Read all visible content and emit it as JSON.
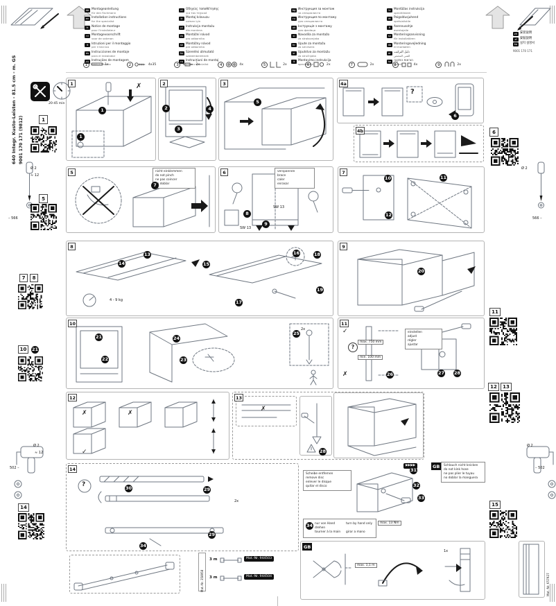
{
  "doc": {
    "side_title": "640 Integr. Kusto-Leisten - 81.5 cm - m. GS",
    "side_number": "9001 170 171 (9812)",
    "time_full": "20-45 min"
  },
  "legend": {
    "columns": [
      [
        {
          "code": "de",
          "l1": "Montageanleitung",
          "l2": "für den Fachmann"
        },
        {
          "code": "en",
          "l1": "Installation instructions",
          "l2": "for the specialist"
        },
        {
          "code": "fr",
          "l1": "Notice de montage",
          "l2": "pour l'installateur"
        },
        {
          "code": "nl",
          "l1": "Montagevoorschrift",
          "l2": "voor de vakman"
        },
        {
          "code": "it",
          "l1": "Istruzioni per il montaggio",
          "l2": "per il tecnico"
        },
        {
          "code": "es",
          "l1": "Instrucciones de montaje",
          "l2": "para el instalador"
        },
        {
          "code": "pt",
          "l1": "Instruções de montagem",
          "l2": "para o técnico"
        }
      ],
      [
        {
          "code": "el",
          "l1": "Οδηγίες τοποθέτησης",
          "l2": "για τον τεχνικό"
        },
        {
          "code": "tr",
          "l1": "Montaj kılavuzu",
          "l2": "uzman için"
        },
        {
          "code": "pl",
          "l1": "Instrukcja montażu",
          "l2": "dla montera"
        },
        {
          "code": "cs",
          "l1": "Montážní návod",
          "l2": "pro odborníka"
        },
        {
          "code": "sk",
          "l1": "Montážny návod",
          "l2": "pre odborníka"
        },
        {
          "code": "hu",
          "l1": "Szerelési útmutató",
          "l2": "szakembereknek"
        },
        {
          "code": "ro",
          "l1": "Instrucţiuni de montaj",
          "l2": "pentru specialist"
        }
      ],
      [
        {
          "code": "bg",
          "l1": "Инструкция за монтаж",
          "l2": "за специалиста"
        },
        {
          "code": "ru",
          "l1": "Инструкция по монтажу",
          "l2": "для специалиста"
        },
        {
          "code": "uk",
          "l1": "Інструкція з монтажу",
          "l2": "для фахівця"
        },
        {
          "code": "sl",
          "l1": "Navodila za montažo",
          "l2": "za strokovnjaka"
        },
        {
          "code": "hr",
          "l1": "Upute za montažu",
          "l2": "za servisera"
        },
        {
          "code": "sr",
          "l1": "Uputstvo za montažu",
          "l2": "za stručnjaka"
        },
        {
          "code": "lt",
          "l1": "Montavimo instrukcija",
          "l2": "specialistui"
        }
      ],
      [
        {
          "code": "lv",
          "l1": "Montāžas instrukcija",
          "l2": "speciālistam"
        },
        {
          "code": "et",
          "l1": "Paigaldusjuhend",
          "l2": "spetsialistile"
        },
        {
          "code": "fi",
          "l1": "Asennusohje",
          "l2": "asentajalle"
        },
        {
          "code": "sv",
          "l1": "Monteringsanvisning",
          "l2": "för installatören"
        },
        {
          "code": "da",
          "l1": "Monteringsvejledning",
          "l2": "til montøren"
        },
        {
          "code": "ar",
          "l1": "دليل التركيب",
          "l2": "للفني المختص"
        },
        {
          "code": "he",
          "l1": "הוראות התקנה",
          "l2": "למתקין"
        }
      ]
    ],
    "extra": {
      "rows": [
        {
          "code": "zh",
          "l1": "安装说明"
        },
        {
          "code": "zf",
          "l1": "安裝說明"
        },
        {
          "code": "ko",
          "l1": "설치 설명서"
        }
      ],
      "number": "9001 170 171"
    }
  },
  "parts": {
    "items": [
      {
        "num": "1",
        "icon": "strip",
        "count": "1x"
      },
      {
        "num": "2",
        "icon": "screw",
        "count": "4x35"
      },
      {
        "num": "3",
        "icon": "plug",
        "count": "2x"
      },
      {
        "num": "4",
        "icon": "washer",
        "count": "4x"
      },
      {
        "num": "5",
        "icon": "bracket",
        "count": "2x"
      },
      {
        "num": "6",
        "icon": "hinge",
        "count": "2x"
      },
      {
        "num": "7",
        "icon": "cover",
        "count": "2x"
      },
      {
        "num": "8",
        "icon": "pad",
        "count": "4x"
      },
      {
        "num": "9",
        "icon": "clip",
        "count": "2x"
      }
    ]
  },
  "panels": {
    "p1": "1",
    "p2": "2",
    "p3": "3",
    "p4a": "4a",
    "p4b": "4b",
    "p5": "5",
    "p6": "6",
    "p7": "7",
    "p8": "8",
    "p9": "9",
    "p10": "10",
    "p11": "11",
    "p12": "12",
    "p13": "13",
    "p14": "14",
    "gb": "GB"
  },
  "refs": {
    "r1": "1",
    "r5": "5",
    "r6": "6",
    "r7": "7",
    "r8": "8",
    "r10": "10",
    "r11": "11",
    "r12": "12",
    "r13": "13",
    "r14": "14",
    "r15": "15"
  },
  "steps": {
    "s1": "1",
    "s2": "2",
    "s3": "3",
    "s4": "4",
    "s5": "5",
    "s6": "6",
    "s7": "7",
    "s8": "8",
    "s9": "9",
    "s10": "10",
    "s11": "11",
    "s12": "12",
    "s13": "13",
    "s14": "14",
    "s15": "15",
    "s16": "16",
    "s17": "17",
    "s18": "18",
    "s19": "19",
    "s20": "20",
    "s21": "21",
    "s22": "22",
    "s23": "23",
    "s24": "24",
    "s25": "25",
    "s26": "26",
    "s27": "27",
    "s28": "28",
    "s29": "29",
    "s30": "30",
    "s31": "31",
    "s32": "32",
    "s33": "33",
    "s34": "34"
  },
  "notes": {
    "pinch": [
      "nicht einklemmen",
      "do not pinch",
      "ne pas coincer",
      "no doblar"
    ],
    "brace": [
      "verspannen",
      "brace",
      "caler",
      "enrasar"
    ],
    "adjust": [
      "einstellen",
      "adjust",
      "régler",
      "ajustar"
    ],
    "remove_disc": [
      "Scheibe entfernen",
      "remove disc",
      "enlever le disque",
      "quitar el disco"
    ],
    "hose_note": [
      "Schlauch nicht knicken",
      "do not kink hose",
      "ne pas plier le tuyau",
      "no doblar la manguera"
    ],
    "turn_note": [
      "nur von Hand drehen",
      "turn by hand only",
      "tourner à la main",
      "girar a mano"
    ]
  },
  "labels": {
    "sw13": "SW 13",
    "torque": "max. 13 Nm",
    "kg": "4 - 9 kg",
    "max750": "max. 750 mm",
    "min100": "min. 100 mm",
    "len3m": "3 m",
    "mat1": "Mat.-Nr. 944503",
    "mat2": "Mat.-Nr. 944504",
    "mat3": "Mat.-Nr. 358958",
    "mat4": "Mat.-Nr. 657927",
    "dia2": "Ø 2",
    "depth12": "≈ 12",
    "d502l": "502 –",
    "d502r": "– 502",
    "d566l": "– 566",
    "d566r": "566 –",
    "max11": "max. 1,1 m",
    "x2": "2x",
    "x1": "1x",
    "arrows": "▶▶▶▶",
    "gb_short": "GB",
    "check": "✓",
    "cross": "✗",
    "q": "?"
  }
}
